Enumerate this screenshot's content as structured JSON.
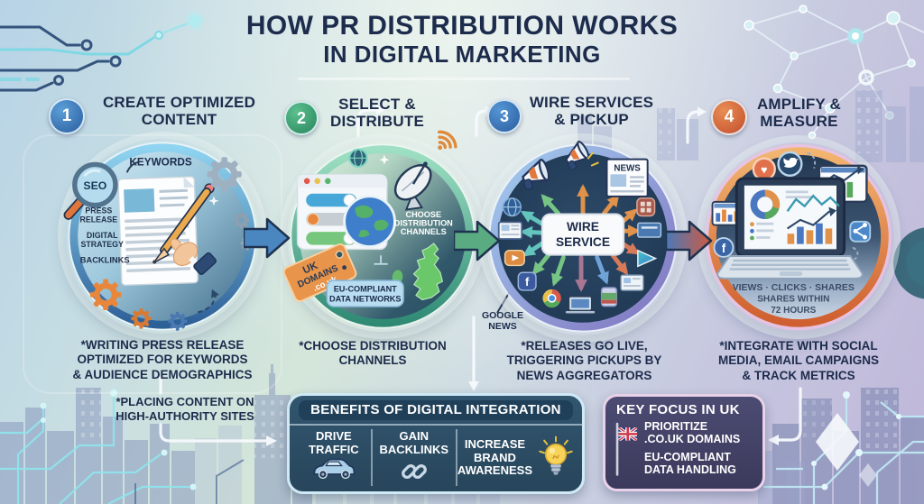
{
  "title": {
    "line1": "HOW PR DISTRIBUTION WORKS",
    "line2": "IN DIGITAL MARKETING"
  },
  "steps": [
    {
      "number": "1",
      "title_line1": "CREATE OPTIMIZED",
      "title_line2": "CONTENT",
      "desc": "*WRITING PRESS RELEASE OPTIMIZED FOR KEYWORDS & AUDIENCE DEMOGRAPHICS",
      "desc2": "*PLACING CONTENT ON HIGH-AUTHORITY SITES",
      "art": {
        "seo": "SEO",
        "keywords": "KEYWORDS",
        "press_release_1": "PRESS",
        "press_release_2": "RELEASE",
        "digital_strategy_1": "DIGITAL",
        "digital_strategy_2": "STRATEGY",
        "backlinks": "BACKLINKS"
      },
      "art_icons": [
        "seo-magnifier",
        "gears",
        "press-release-document",
        "pencil-hand"
      ]
    },
    {
      "number": "2",
      "title_line1": "SELECT &",
      "title_line2": "DISTRIBUTE",
      "desc": "*CHOOSE DISTRIBUTION CHANNELS",
      "art": {
        "choose_1": "CHOOSE",
        "choose_2": "DISTRIBUTION",
        "choose_3": "CHANNELS",
        "tag_1": "UK",
        "tag_2": "DOMAINS",
        "tag_3": ".co.uk",
        "eu_1": "EU-COMPLIANT",
        "eu_2": "DATA NETWORKS"
      },
      "art_icons": [
        "browser-toggles",
        "globe",
        "satellite-dish",
        "wifi-signal",
        "uk-map",
        "uk-domains-tag"
      ]
    },
    {
      "number": "3",
      "title_line1": "WIRE SERVICES",
      "title_line2": "& PICKUP",
      "desc": "*RELEASES GO LIVE, TRIGGERING PICKUPS BY NEWS AGGREGATORS",
      "art": {
        "wire_1": "WIRE",
        "wire_2": "SERVICE",
        "news": "NEWS",
        "google_news": "GOOGLE NEWS"
      },
      "art_icons": [
        "megaphone",
        "news-card",
        "wire-service-hub",
        "globe",
        "newspaper",
        "youtube",
        "facebook",
        "chrome",
        "laptop",
        "play-store",
        "monitor"
      ]
    },
    {
      "number": "4",
      "title_line1": "AMPLIFY &",
      "title_line2": "MEASURE",
      "desc": "*INTEGRATE WITH SOCIAL MEDIA, EMAIL CAMPAIGNS & TRACK METRICS",
      "art": {
        "metrics_1": "VIEWS · CLICKS · SHARES",
        "metrics_2": "SHARES WITHIN",
        "metrics_3": "72 HOURS"
      },
      "art_icons": [
        "laptop-analytics",
        "heart",
        "twitter-bird",
        "facebook",
        "share",
        "bar-chart-popup"
      ]
    }
  ],
  "benefits": {
    "title": "BENEFITS OF DIGITAL INTEGRATION",
    "items": [
      {
        "label_1": "DRIVE",
        "label_2": "TRAFFIC",
        "icon": "car"
      },
      {
        "label_1": "GAIN",
        "label_2": "BACKLINKS",
        "icon": "chain-link"
      },
      {
        "label_1": "INCREASE",
        "label_2": "BRAND",
        "label_3": "AWARENESS",
        "icon": "lightbulb"
      }
    ]
  },
  "key_focus": {
    "title": "KEY FOCUS IN UK",
    "flag_icon": "uk-flag",
    "items": [
      {
        "line1": "PRIORITIZE",
        "line2": ".CO.UK DOMAINS"
      },
      {
        "line1": "EU-COMPLIANT",
        "line2": "DATA HANDLING"
      }
    ]
  },
  "colors": {
    "title_text": "#1d2c4c",
    "badge_1": "#2a5c9e",
    "badge_2": "#27855c",
    "badge_3": "#2a5c9e",
    "badge_4": "#c24c2c",
    "benefits_bg": "#2c4f68",
    "benefits_border": "#cfe9f5",
    "key_focus_bg": "#403f63",
    "key_focus_border": "#e9d2e9",
    "accent_cyan": "#7fd8e4",
    "accent_orange": "#e1924a"
  }
}
